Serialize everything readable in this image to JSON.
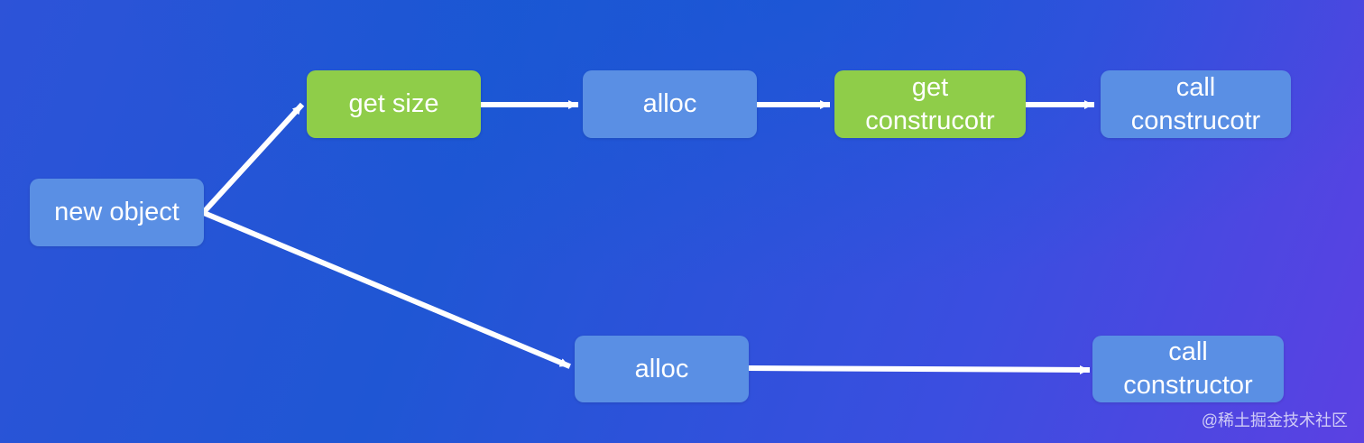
{
  "diagram": {
    "nodes": {
      "new_object": {
        "label": "new object",
        "style": "blue"
      },
      "get_size": {
        "label": "get size",
        "style": "green"
      },
      "alloc_top": {
        "label": "alloc",
        "style": "blue"
      },
      "get_constructor": {
        "label_line1": "get",
        "label_line2": "construcotr",
        "style": "green"
      },
      "call_constructor_top": {
        "label_line1": "call",
        "label_line2": "construcotr",
        "style": "blue"
      },
      "alloc_bottom": {
        "label": "alloc",
        "style": "blue"
      },
      "call_constructor_bottom": {
        "label_line1": "call",
        "label_line2": "constructor",
        "style": "blue"
      }
    },
    "edges": [
      {
        "from": "new_object",
        "to": "get_size"
      },
      {
        "from": "get_size",
        "to": "alloc_top"
      },
      {
        "from": "alloc_top",
        "to": "get_constructor"
      },
      {
        "from": "get_constructor",
        "to": "call_constructor_top"
      },
      {
        "from": "new_object",
        "to": "alloc_bottom"
      },
      {
        "from": "alloc_bottom",
        "to": "call_constructor_bottom"
      }
    ],
    "colors": {
      "background_start": "#2d53d8",
      "background_end": "#5b41e2",
      "blue_node": "#5a8fe4",
      "green_node": "#8fcd49",
      "arrow": "#ffffff",
      "text": "#ffffff"
    },
    "icons": {
      "arrowhead": "triangle-arrowhead-icon"
    }
  },
  "watermark": {
    "text": "@稀土掘金技术社区"
  }
}
